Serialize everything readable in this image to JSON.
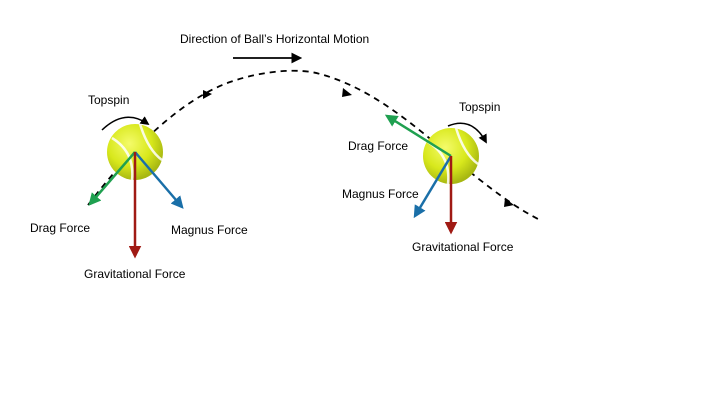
{
  "title": "Direction of Ball’s Horizontal Motion",
  "ball_left": {
    "spin_label": "Topspin",
    "drag_label": "Drag Force",
    "magnus_label": "Magnus Force",
    "gravity_label": "Gravitational Force"
  },
  "ball_right": {
    "spin_label": "Topspin",
    "drag_label": "Drag Force",
    "magnus_label": "Magnus Force",
    "gravity_label": "Gravitational Force"
  },
  "colors": {
    "drag": "#1fa050",
    "magnus": "#1a6fa8",
    "gravity": "#a01a14",
    "ball": "#d8e81c",
    "trajectory": "#000000"
  },
  "icons": {
    "ball": "tennis-ball-icon",
    "spin": "curved-arrow-icon"
  }
}
